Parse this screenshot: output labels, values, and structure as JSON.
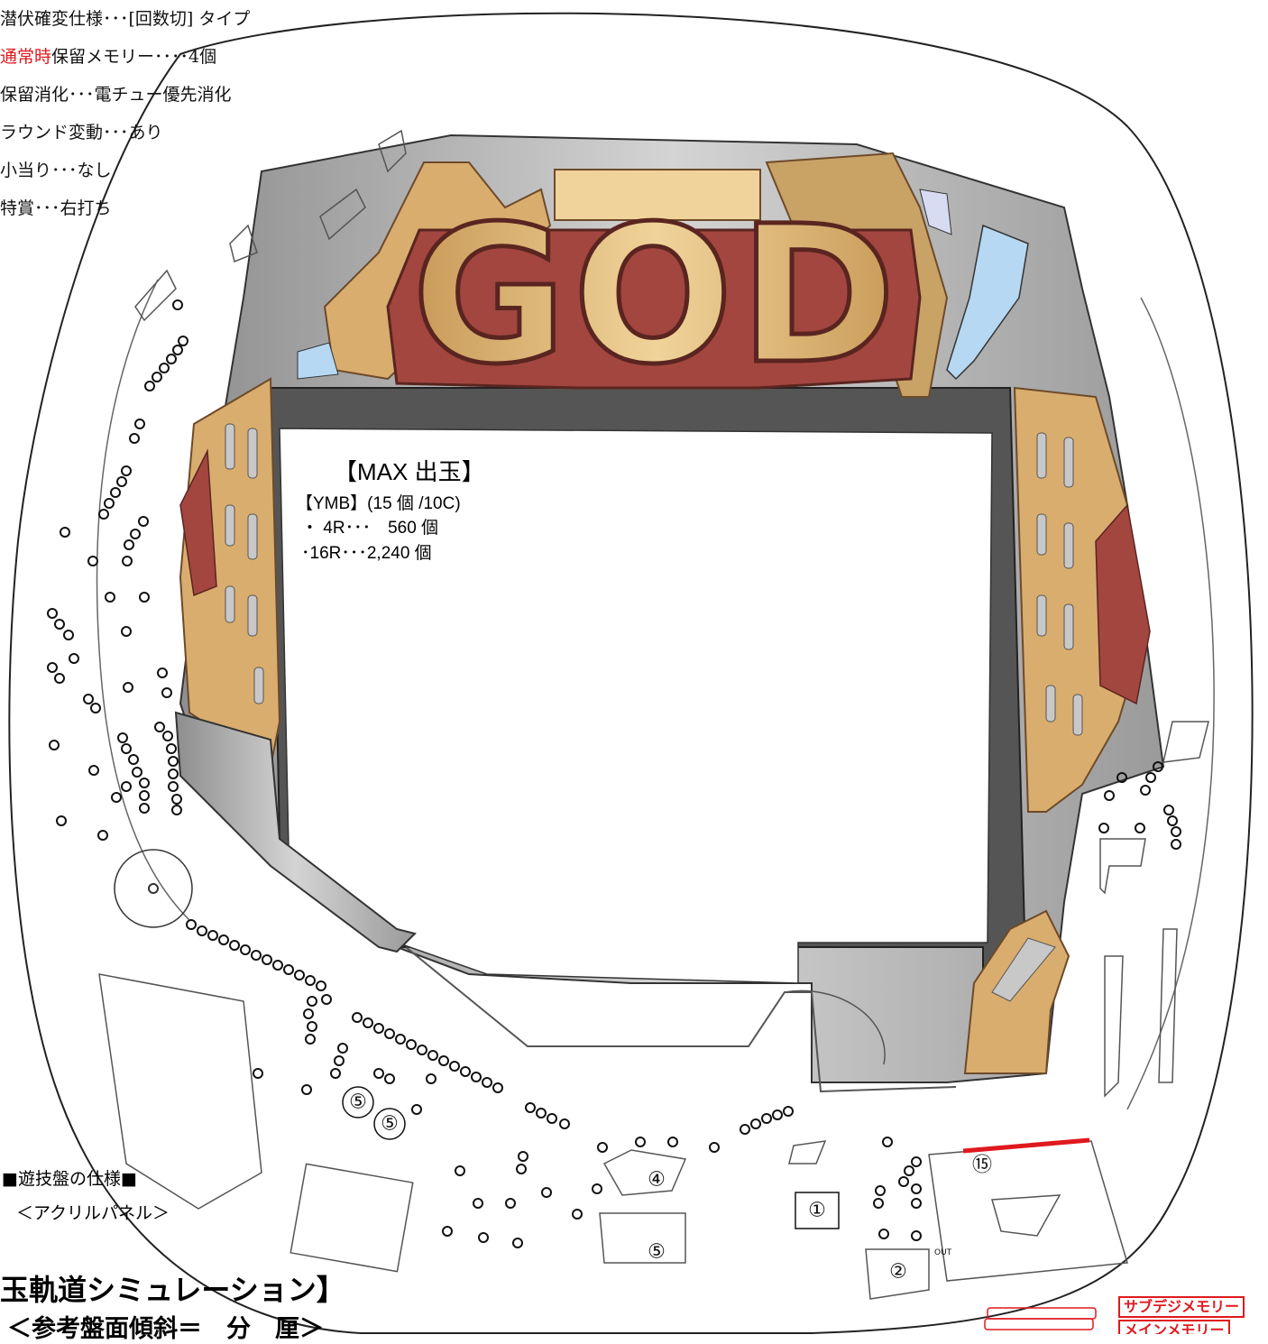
{
  "specs": {
    "line1": "潜伏確変仕様･･･[回数切] タイプ",
    "line2_red": "通常時",
    "line2_rest": "保留メモリー････4個",
    "line3": "保留消化･･･電チュー優先消化",
    "line4": "ラウンド変動･･･あり",
    "line5": "小当り･･･なし",
    "line6": "特賞･･･右打ち"
  },
  "logo": {
    "text": "GOD"
  },
  "max_payout": {
    "title": "【MAX 出玉】",
    "line1": "【YMB】(15 個 /10C)",
    "line2": "・ 4R･･･　560 個",
    "line3": "･16R･･･2,240 個"
  },
  "board_spec": {
    "title": "■遊技盤の仕様■",
    "panel": "＜アクリルパネル＞"
  },
  "simulation": {
    "title": "玉軌道シミュレーション】",
    "subtitle": "＜参考盤面傾斜＝　分　厘＞"
  },
  "memory_labels": {
    "sub": "サブデジメモリー",
    "main": "メインメモリー"
  },
  "markers": {
    "m1": "①",
    "m2": "②",
    "m4": "④",
    "m5a": "⑤",
    "m5b": "⑤",
    "m5c": "⑤",
    "m15": "⑮",
    "out": "OUT"
  },
  "colors": {
    "gold": "#d9ad6e",
    "gold_light": "#f0d39a",
    "maroon": "#a3463f",
    "gray_frame": "#b4b4b4",
    "dark_frame": "#555555",
    "sky_blue": "#b6d8f2",
    "accent_red": "#e0191e"
  }
}
